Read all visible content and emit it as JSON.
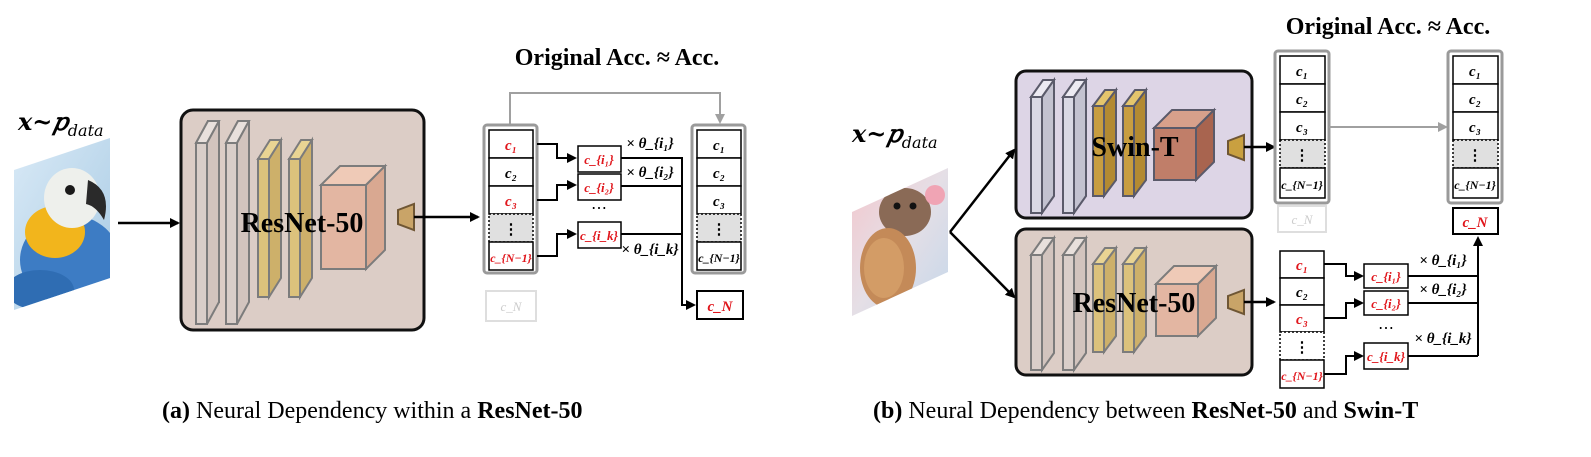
{
  "panel_a": {
    "input_label": "𝒙~𝑝",
    "input_subscript": "data",
    "image": "parrot-photo",
    "model_label": "ResNet-50",
    "top_label": "Original Acc. ≈ Acc.",
    "left_column": [
      "c₁",
      "c₂",
      "c₃",
      "⋮",
      "c_{N−1}"
    ],
    "ghost_cell": "c_N",
    "selected_cells": [
      "c_{i₁}",
      "c_{i₂}",
      "⋯",
      "c_{i_k}"
    ],
    "thetas": [
      "× θ_{i₁}",
      "× θ_{i₂}",
      "× θ_{i_k}"
    ],
    "right_column": [
      "c₁",
      "c₂",
      "c₃",
      "⋮",
      "c_{N−1}"
    ],
    "output_cell": "c_N",
    "caption_tag": "(a)",
    "caption_text": " Neural Dependency within a ",
    "caption_bold": "ResNet-50"
  },
  "panel_b": {
    "input_label": "𝒙~𝑝",
    "input_subscript": "data",
    "image": "hamster-photo",
    "top_model_label": "Swin-T",
    "bottom_model_label": "ResNet-50",
    "top_label": "Original Acc. ≈ Acc.",
    "swin_column": [
      "c₁",
      "c₂",
      "c₃",
      "⋮",
      "c_{N−1}"
    ],
    "ghost_cell": "c_N",
    "output_column": [
      "c₁",
      "c₂",
      "c₃",
      "⋮",
      "c_{N−1}"
    ],
    "output_cell": "c_N",
    "resnet_column": [
      "c₁",
      "c₂",
      "c₃",
      "⋮",
      "c_{N−1}"
    ],
    "selected_cells": [
      "c_{i₁}",
      "c_{i₂}",
      "⋯",
      "c_{i_k}"
    ],
    "thetas": [
      "× θ_{i₁}",
      "× θ_{i₂}",
      "× θ_{i_k}"
    ],
    "caption_tag": "(b)",
    "caption_text": " Neural Dependency between ",
    "caption_bold1": "ResNet-50",
    "caption_mid": " and ",
    "caption_bold2": "Swin-T"
  },
  "colors": {
    "resnet_panel": "#dccdc6",
    "swin_panel": "#ddd5e6",
    "accent_red": "#e0151b",
    "arrow_gray": "#a0a0a0",
    "ghost_gray": "#d8d8d8"
  }
}
